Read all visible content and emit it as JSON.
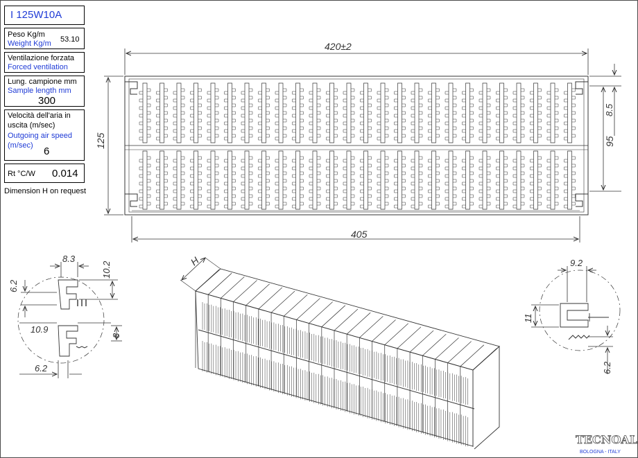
{
  "code": "I 125W10A",
  "weight": {
    "label_it": "Peso Kg/m",
    "label_en": "Weight Kg/m",
    "value": "53.10"
  },
  "ventilation": {
    "label_it": "Ventilazione forzata",
    "label_en": "Forced ventilation"
  },
  "sample_length": {
    "label_it": "Lung. campione mm",
    "label_en": "Sample length mm",
    "value": "300"
  },
  "air_speed": {
    "label_it_1": "Velocità dell'aria in",
    "label_it_2": "uscita (m/sec)",
    "label_en_1": "Outgoing air speed",
    "label_en_2": "(m/sec)",
    "value": "6"
  },
  "rt": {
    "label": "Rt °C/W",
    "value": "0.014"
  },
  "note": "Dimension H on request",
  "dimensions": {
    "overall_width": "420±2",
    "base_width": "405",
    "height": "125",
    "right_top": "8.5",
    "right_inner": "95",
    "left_detail_top": "8.3",
    "left_detail_side": "10.2",
    "left_detail_left": "6.2",
    "left_detail_mid": "10.9",
    "left_detail_small": "8",
    "left_detail_bottom": "6.2",
    "right_detail_top": "9.2",
    "right_detail_left": "11",
    "right_detail_bottom": "6.2",
    "iso_h": "H"
  },
  "logo": {
    "brand": "TECNOAL",
    "sub": "BOLOGNA - ITALY"
  },
  "colors": {
    "text_blue": "#1f3bd6",
    "line": "#333333"
  }
}
